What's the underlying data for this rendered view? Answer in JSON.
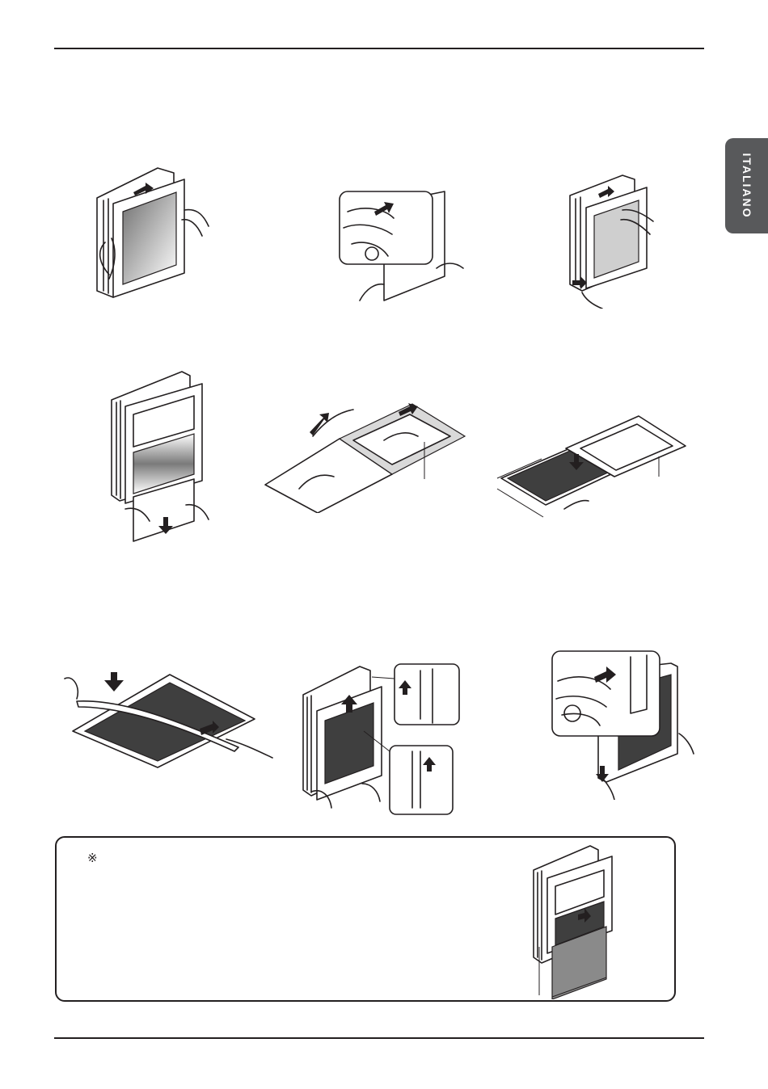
{
  "page": {
    "language_tab": "ITALIANO",
    "note_symbol": "※"
  },
  "colors": {
    "ink": "#231f20",
    "tab_background": "#58595b",
    "tab_text": "#ffffff"
  },
  "figures": [
    {
      "icon": "panel-removal-step-1-illustration"
    },
    {
      "icon": "latch-release-step-2-illustration"
    },
    {
      "icon": "panel-lift-step-3-illustration"
    },
    {
      "icon": "filter-pull-down-step-4-illustration"
    },
    {
      "icon": "film-peel-step-5-illustration"
    },
    {
      "icon": "filter-measure-step-6-illustration"
    },
    {
      "icon": "film-apply-step-7-illustration"
    },
    {
      "icon": "panel-reattach-step-8-illustration"
    },
    {
      "icon": "latch-lock-step-9-illustration"
    },
    {
      "icon": "note-dimension-illustration"
    }
  ]
}
